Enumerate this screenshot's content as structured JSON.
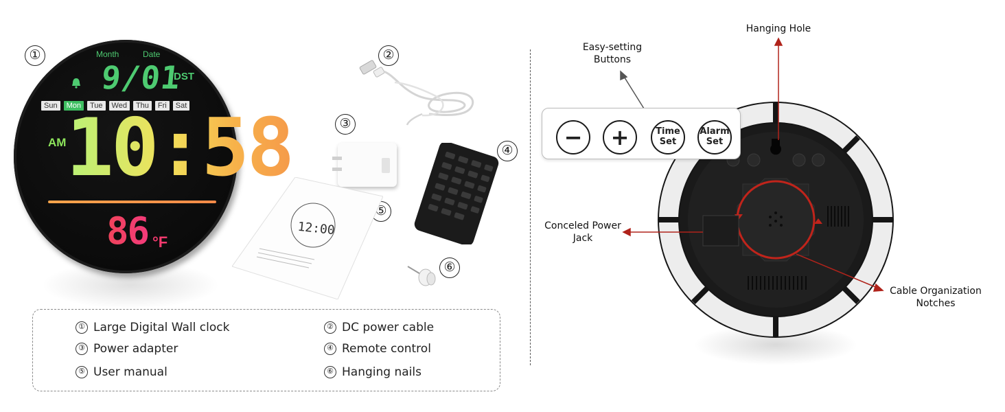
{
  "clock_front": {
    "month_label": "Month",
    "date_label": "Date",
    "date_digits": "9/01",
    "dst_label": "DST",
    "weekdays": [
      "Sun",
      "Mon",
      "Tue",
      "Wed",
      "Thu",
      "Fri",
      "Sat"
    ],
    "active_weekday": "Mon",
    "ampm": "AM",
    "time": "10:58",
    "temperature": "86",
    "temperature_unit": "°F",
    "colors": {
      "green": "#4ecb71",
      "time_start": "#b9f277",
      "time_end": "#f59a4a",
      "temp": "#f0445a"
    }
  },
  "callout_numbers": [
    "①",
    "②",
    "③",
    "④",
    "⑤",
    "⑥"
  ],
  "parts_list": [
    {
      "num": "①",
      "label": "Large Digital Wall clock"
    },
    {
      "num": "②",
      "label": "DC power cable"
    },
    {
      "num": "③",
      "label": "Power adapter"
    },
    {
      "num": "④",
      "label": "Remote control"
    },
    {
      "num": "⑤",
      "label": "User manual"
    },
    {
      "num": "⑥",
      "label": "Hanging nails"
    }
  ],
  "back_view": {
    "buttons": {
      "minus": "−",
      "plus": "+",
      "time_set": "Time Set",
      "alarm_set": "Alarm Set"
    },
    "labels": {
      "easy_setting": "Easy-setting Buttons",
      "hanging_hole": "Hanging Hole",
      "power_jack": "Conceled Power Jack",
      "cable_notches": "Cable Organization Notches"
    },
    "arrow_color": "#b0231b"
  }
}
